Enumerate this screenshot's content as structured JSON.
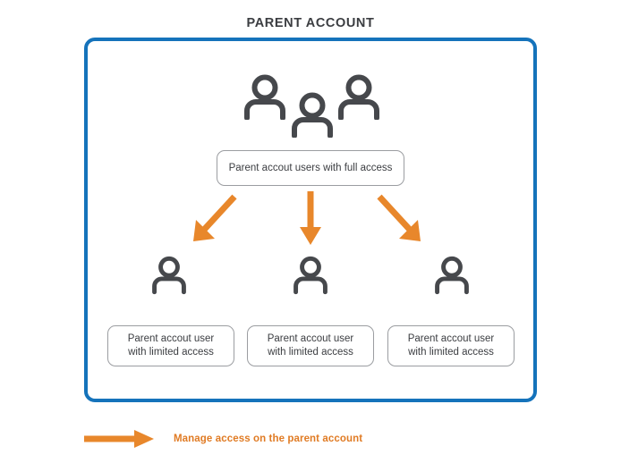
{
  "diagram": {
    "title": "PARENT ACCOUNT",
    "colors": {
      "container_border": "#1573bb",
      "accent_arrow": "#e8872b",
      "legend_text": "#e07b24",
      "icon_gray": "#46484c",
      "pill_border": "#9b9da1",
      "title_text": "#3b3d41"
    },
    "top_group": {
      "icon_count": 3,
      "icons": [
        {
          "name": "person-icon-top-left"
        },
        {
          "name": "person-icon-top-center"
        },
        {
          "name": "person-icon-top-right"
        }
      ],
      "label": "Parent accout users with full access"
    },
    "arrows": [
      {
        "name": "arrow-down-left-icon",
        "direction": "down-left"
      },
      {
        "name": "arrow-down-icon",
        "direction": "down"
      },
      {
        "name": "arrow-down-right-icon",
        "direction": "down-right"
      }
    ],
    "children": [
      {
        "icon": "person-icon",
        "line1": "Parent accout user",
        "line2": "with limited access"
      },
      {
        "icon": "person-icon",
        "line1": "Parent accout user",
        "line2": "with limited access"
      },
      {
        "icon": "person-icon",
        "line1": "Parent accout user",
        "line2": "with limited access"
      }
    ],
    "legend": {
      "icon": "arrow-right-icon",
      "label": "Manage access on the parent account"
    }
  }
}
